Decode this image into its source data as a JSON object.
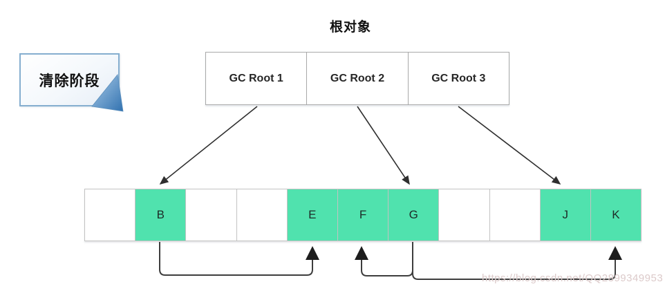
{
  "note": {
    "label": "清除阶段"
  },
  "title": "根对象",
  "roots": [
    {
      "label": "GC Root 1"
    },
    {
      "label": "GC Root 2"
    },
    {
      "label": "GC Root 3"
    }
  ],
  "memory": {
    "cells": [
      {
        "label": "",
        "filled": false
      },
      {
        "label": "B",
        "filled": true
      },
      {
        "label": "",
        "filled": false
      },
      {
        "label": "",
        "filled": false
      },
      {
        "label": "E",
        "filled": true
      },
      {
        "label": "F",
        "filled": true
      },
      {
        "label": "G",
        "filled": true
      },
      {
        "label": "",
        "filled": false
      },
      {
        "label": "",
        "filled": false
      },
      {
        "label": "J",
        "filled": true
      },
      {
        "label": "K",
        "filled": true
      }
    ]
  },
  "edges": {
    "root_edges": [
      {
        "from": "GC Root 1",
        "to": "B"
      },
      {
        "from": "GC Root 2",
        "to": "G"
      },
      {
        "from": "GC Root 3",
        "to": "J"
      }
    ],
    "reference_edges": [
      {
        "from": "B",
        "to": "E"
      },
      {
        "from": "G",
        "to": "F"
      },
      {
        "from": "G",
        "to": "K"
      }
    ]
  },
  "watermark": "https://blog.csdn.net/QQ2899349953",
  "colors": {
    "highlight_green": "#50e2ae",
    "note_border": "#85aecf",
    "note_fold_blue": "#3272b0",
    "note_fold_light": "#a9cbe8",
    "arrow": "#2f2f2f",
    "connector": "#3d3d3d",
    "cell_border": "#c2c2c2",
    "root_border": "#a8a8a8",
    "watermark": "#dccaca"
  }
}
